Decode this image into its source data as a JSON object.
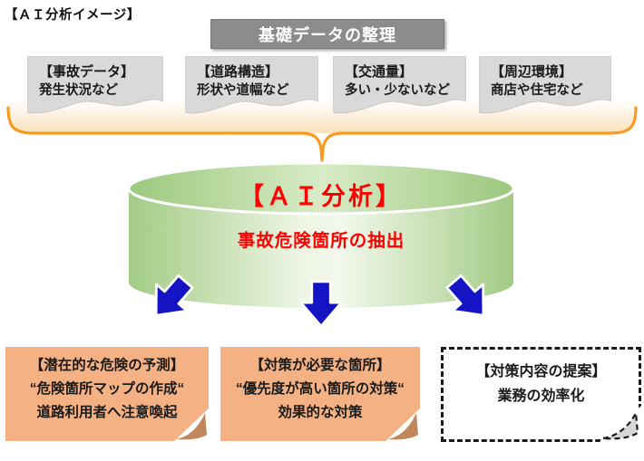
{
  "page": {
    "title": "【ＡＩ分析イメージ】"
  },
  "header": {
    "label": "基礎データの整理"
  },
  "data_sources": [
    {
      "title": "【事故データ】",
      "desc": "発生状況など"
    },
    {
      "title": "【道路構造】",
      "desc": "形状や道幅など"
    },
    {
      "title": "【交通量】",
      "desc": "多い・少ないなど"
    },
    {
      "title": "【周辺環境】",
      "desc": "商店や住宅など"
    }
  ],
  "ai": {
    "title": "【ＡＩ分析】",
    "subtitle": "事故危険箇所の抽出"
  },
  "outputs": [
    {
      "line1": "【潜在的な危険の予測】",
      "line2": "“危険箇所マップの作成“",
      "line3": "道路利用者へ注意喚起"
    },
    {
      "line1": "【対策が必要な箇所】",
      "line2": "“優先度が高い箇所の対策“",
      "line3": "効果的な対策"
    },
    {
      "line1": "【対策内容の提案】",
      "line2": "業務の効率化"
    }
  ],
  "colors": {
    "header_gray": "#8c8c8c",
    "source_box_gray": "#d9d9d9",
    "brace_orange": "#f59b22",
    "cylinder_green": "#a5cd8a",
    "ai_text_red": "#ff0000",
    "arrow_blue": "#1414c4",
    "output_peach": "#f4b183",
    "fold_tan": "#c0875a"
  }
}
